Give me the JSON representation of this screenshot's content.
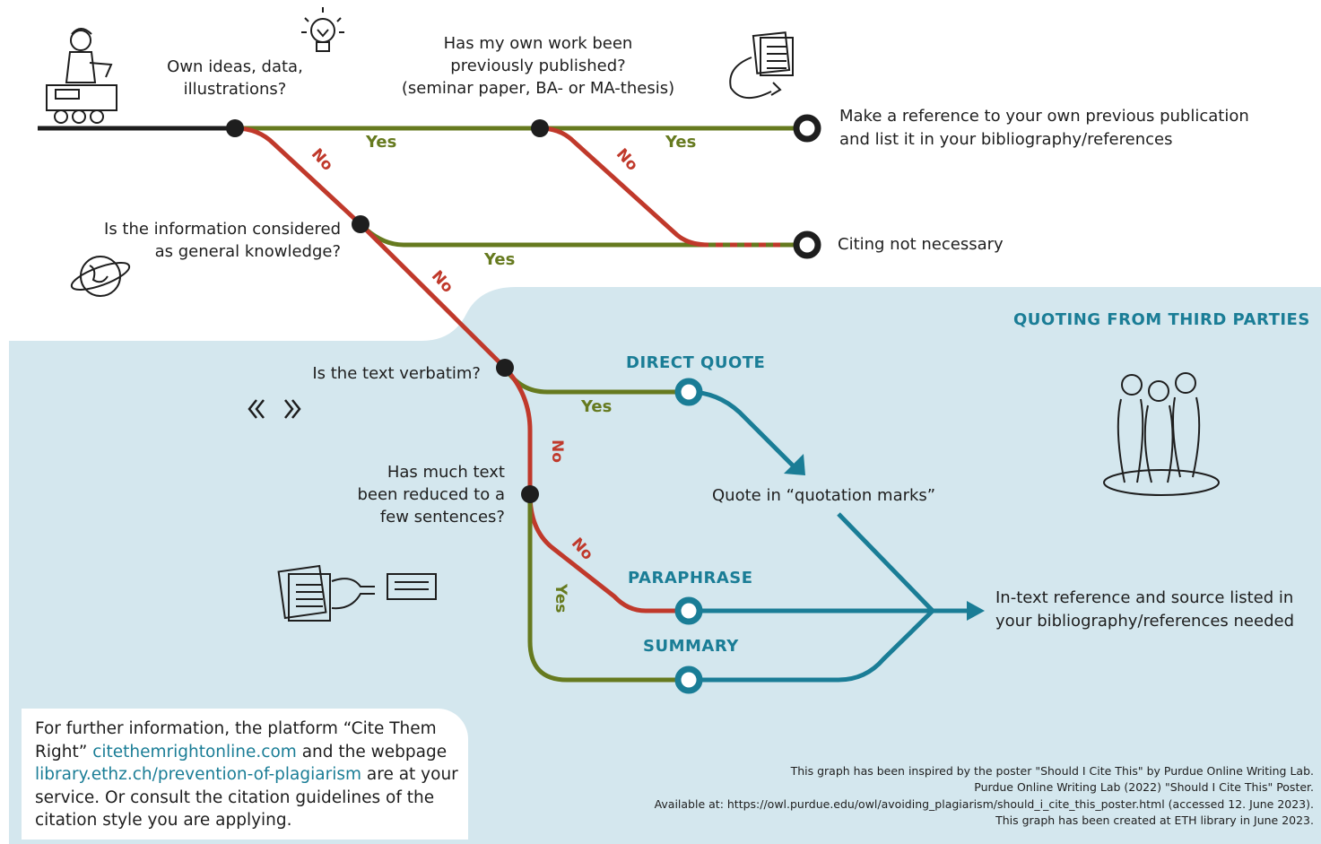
{
  "questions": {
    "own_ideas": [
      "Own ideas, data,",
      "illustrations?"
    ],
    "published": [
      "Has my own work been",
      "previously published?",
      "(seminar paper, BA- or MA-thesis)"
    ],
    "general_knowledge": [
      "Is the information considered",
      "as general knowledge?"
    ],
    "verbatim": "Is the text verbatim?",
    "reduced": [
      "Has much text",
      "been reduced to a",
      "few sentences?"
    ]
  },
  "answers": {
    "yes": "Yes",
    "no": "No"
  },
  "outcomes": {
    "own_publication": [
      "Make a reference to your own previous publication",
      "and list it in your bibliography/references"
    ],
    "not_necessary": "Citing not necessary",
    "quotation_marks": "Quote in “quotation marks”",
    "in_text_reference": [
      "In-text reference and source listed in",
      "your bibliography/references needed"
    ]
  },
  "section_title": "QUOTING FROM THIRD PARTIES",
  "stations": {
    "direct_quote": "DIRECT QUOTE",
    "paraphrase": "PARAPHRASE",
    "summary": "SUMMARY"
  },
  "info": {
    "part1": "For further information, the platform “Cite Them Right” ",
    "link1": "citethemrightonline.com",
    "part2": " and the webpage ",
    "link2": "library.ethz.ch/prevention-of-plagiarism",
    "part3": " are at your service. Or consult the citation guidelines of the citation style you are applying."
  },
  "credits": [
    "This graph has been inspired by the poster \"Should I Cite This\" by Purdue Online Writing Lab.",
    "Purdue Online Writing Lab (2022) \"Should I Cite This\" Poster.",
    "Available at: https://owl.purdue.edu/owl/avoiding_plagiarism/should_i_cite_this_poster.html (accessed 12. June 2023).",
    "This graph has been created at ETH library in June 2023."
  ],
  "colors": {
    "yes_line": "#667a1f",
    "no_line": "#c0392b",
    "quote_line": "#1a7d96",
    "background_zone": "#d4e7ee",
    "start_line": "#1e1e1e"
  },
  "icons": [
    "student-on-train-icon",
    "lightbulb-icon",
    "papers-icon",
    "globe-icon",
    "quote-arrows-icon",
    "people-icon",
    "text-reduce-icon"
  ]
}
